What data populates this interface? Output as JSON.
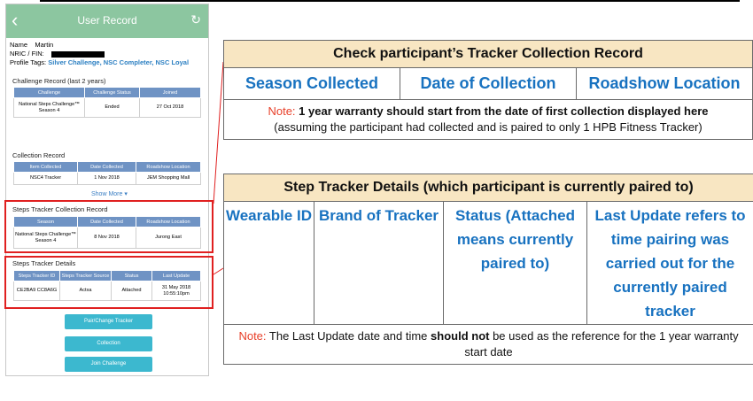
{
  "phone": {
    "title": "User Record",
    "back_icon": "‹",
    "refresh_icon": "↻",
    "name_label": "Name",
    "name_value": "Martin",
    "nric_label": "NRIC / FIN:",
    "tags_label": "Profile Tags:",
    "tags_value": "Silver Challenge, NSC Completer, NSC Loyal",
    "challenge": {
      "title": "Challenge Record (last 2 years)",
      "headers": [
        "Challenge",
        "Challenge Status",
        "Joined"
      ],
      "rows": [
        [
          "National Steps Challenge™ Season 4",
          "Ended",
          "27 Oct 2018"
        ]
      ]
    },
    "collection": {
      "title": "Collection Record",
      "headers": [
        "Item Collected",
        "Date Collected",
        "Roadshow Location"
      ],
      "rows": [
        [
          "NSC4 Tracker",
          "1 Nov 2018",
          "JEM Shopping Mall"
        ]
      ],
      "show_more": "Show More ▾"
    },
    "tracker_collection": {
      "title": "Steps Tracker Collection Record",
      "headers": [
        "Season",
        "Date Collected",
        "Roadshow Location"
      ],
      "rows": [
        [
          "National Steps Challenge™ Season 4",
          "8 Nov 2018",
          "Jurong East"
        ]
      ]
    },
    "tracker_details": {
      "title": "Steps Tracker Details",
      "headers": [
        "Steps Tracker ID",
        "Steps Tracker Source",
        "Status",
        "Last Update"
      ],
      "rows": [
        [
          "CE2BA9 CC8A6G",
          "Actxa",
          "Attached",
          "31 May 2018 10:55:10pm"
        ]
      ]
    },
    "buttons": [
      "Pair/Change Tracker",
      "Collection",
      "Join Challenge"
    ]
  },
  "check_table": {
    "caption": "Check participant’s Tracker Collection Record",
    "columns": [
      "Season Collected",
      "Date of Collection",
      "Roadshow Location"
    ],
    "note_label": "Note:",
    "note_bold": " 1 year warranty should start from the date of first collection displayed here",
    "note_rest": "(assuming the participant had collected and is paired to only 1 HPB Fitness Tracker)"
  },
  "step_table": {
    "caption": "Step Tracker Details (which participant is currently paired to)",
    "columns": [
      "Wearable ID",
      "Brand of Tracker",
      "Status (Attached means currently paired to)",
      "Last Update refers to time pairing was carried out for the currently paired tracker"
    ],
    "note_label": "Note:",
    "note_a": " The Last Update date and time ",
    "note_bold": "should not",
    "note_b": " be used as the reference for the 1 year warranty start date"
  },
  "colors": {
    "header_green": "#8cc6a0",
    "table_head": "#6f93c4",
    "highlight_red": "#e02020",
    "caption_bg": "#f8e6c2",
    "label_blue": "#1872c0",
    "button_cyan": "#3cb8cf"
  }
}
